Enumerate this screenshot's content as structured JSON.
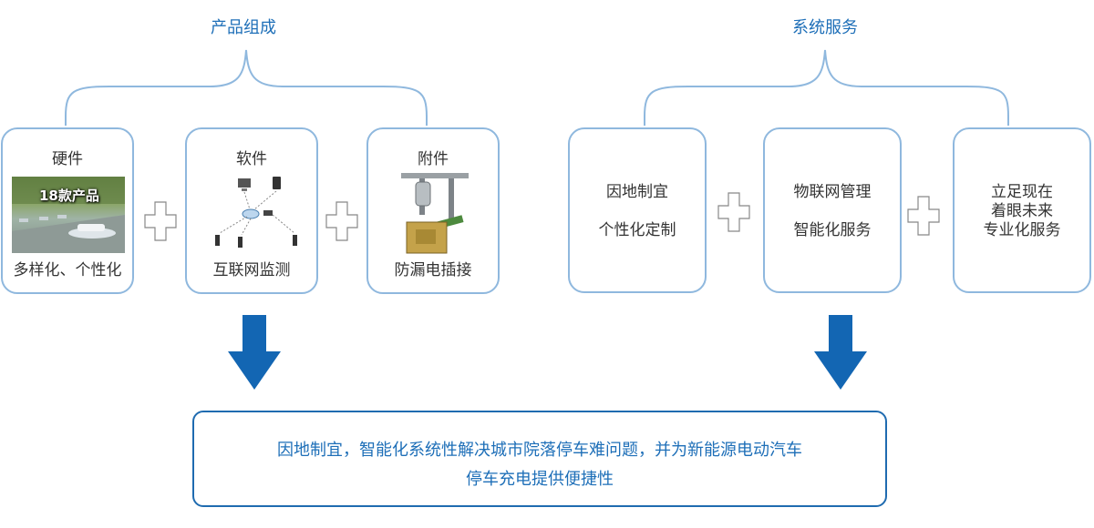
{
  "product_group": {
    "title": "产品组成",
    "hardware": {
      "head": "硬件",
      "badge": "18款产品",
      "foot": "多样化、个性化"
    },
    "software": {
      "head": "软件",
      "foot": "互联网监测"
    },
    "accessory": {
      "head": "附件",
      "foot": "防漏电插接"
    }
  },
  "service_group": {
    "title": "系统服务",
    "boxes": [
      {
        "lines": [
          "因地制宜",
          "个性化定制"
        ]
      },
      {
        "lines": [
          "物联网管理",
          "智能化服务"
        ]
      },
      {
        "lines": [
          "立足现在",
          "着眼未来",
          "专业化服务"
        ]
      }
    ]
  },
  "conclusion": {
    "line1": "因地制宜，智能化系统性解决城市院落停车难问题，并为新能源电动汽车",
    "line2": "停车充电提供便捷性"
  },
  "colors": {
    "accent": "#1e6fb8",
    "box_border": "#8fb8de",
    "arrow": "#1366b3",
    "plus": "#888888"
  }
}
